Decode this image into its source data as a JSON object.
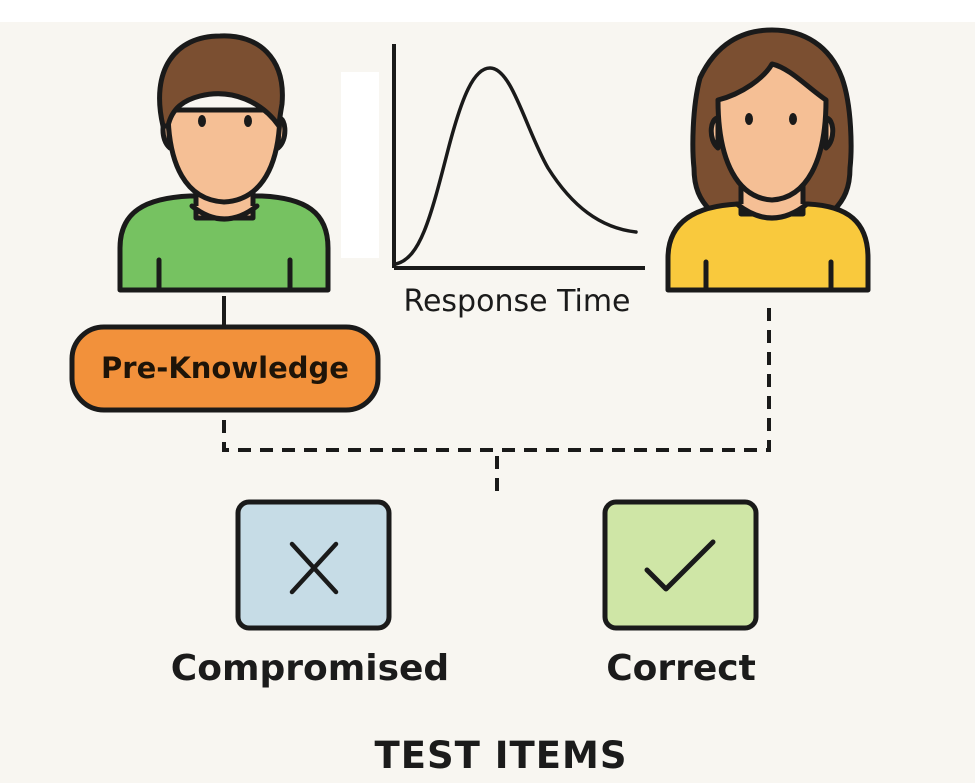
{
  "diagram": {
    "chart_axis_label": "Response Time",
    "pre_knowledge_label": "Pre-Knowledge",
    "outcomes": {
      "compromised_label": "Compromised",
      "correct_label": "Correct"
    },
    "footer_label": "TEST ITEMS"
  },
  "colors": {
    "background": "#f8f6f1",
    "male_shirt": "#76c261",
    "female_shirt": "#f9c93d",
    "skin": "#f5bf95",
    "hair": "#7b4f31",
    "pill": "#f2913b",
    "compromised_box": "#c6dce6",
    "correct_box": "#cfe6a6"
  }
}
